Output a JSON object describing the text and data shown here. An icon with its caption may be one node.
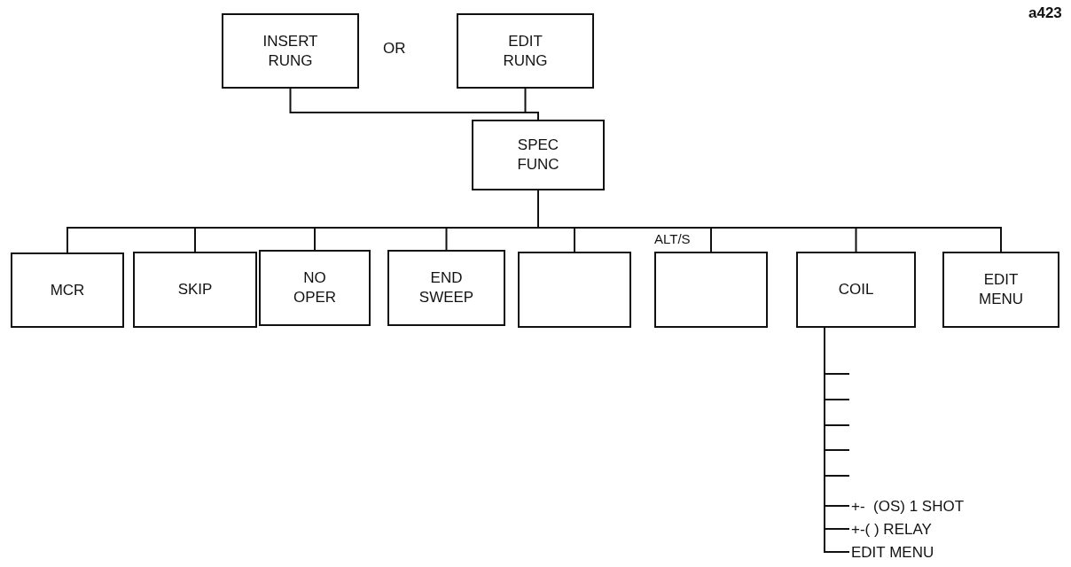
{
  "diagram": {
    "nodes": [
      {
        "text": [
          "INSERT RUNG"
        ]
      },
      {
        "text": [
          "EDIT RUNG"
        ]
      },
      {
        "text": [
          "SPEC FUNC"
        ]
      },
      {
        "text": [
          "MCR"
        ]
      },
      {
        "text": [
          "SKIP"
        ]
      },
      {
        "text": [
          "NO OPER"
        ]
      },
      {
        "text": [
          "END SWEEP"
        ]
      },
      {
        "text": [],
        "shape": "box"
      },
      {
        "text": [],
        "shape": "box"
      },
      {
        "text": [
          "COIL"
        ]
      },
      {
        "text": [
          "EDIT MENU"
        ]
      },
      {
        "text": [
          "+-  (OS) 1 SHOT"
        ]
      },
      {
        "text": [
          "+-( ) RELAY"
        ]
      },
      {
        "text": [
          "EDIT MENU"
        ]
      }
    ],
    "edges": [
      {
        "from": 0,
        "to": 2,
        "arrow": "none"
      },
      {
        "from": 1,
        "to": 2,
        "arrow": "none"
      },
      {
        "from": 2,
        "to": 3,
        "arrow": "none"
      },
      {
        "from": 2,
        "to": 4,
        "arrow": "none"
      },
      {
        "from": 2,
        "to": 5,
        "arrow": "none"
      },
      {
        "from": 2,
        "to": 6,
        "arrow": "none"
      },
      {
        "from": 2,
        "to": 7,
        "arrow": "none"
      },
      {
        "from": 2,
        "to": 8,
        "arrow": "none"
      },
      {
        "from": 2,
        "to": 9,
        "arrow": "none"
      },
      {
        "from": 2,
        "to": 10,
        "arrow": "none"
      },
      {
        "from": 9,
        "to": null,
        "arrow": "none"
      },
      {
        "from": 9,
        "to": null,
        "arrow": "none"
      },
      {
        "from": 9,
        "to": null,
        "arrow": "none"
      },
      {
        "from": 9,
        "to": null,
        "arrow": "none"
      },
      {
        "from": 9,
        "to": null,
        "arrow": "none"
      },
      {
        "from": 9,
        "to": 11,
        "arrow": "none"
      },
      {
        "from": 9,
        "to": 12,
        "arrow": "none"
      },
      {
        "from": 9,
        "to": 13,
        "arrow": "none"
      }
    ],
    "labels": [
      "OR",
      "a423",
      "ALT/S"
    ]
  }
}
